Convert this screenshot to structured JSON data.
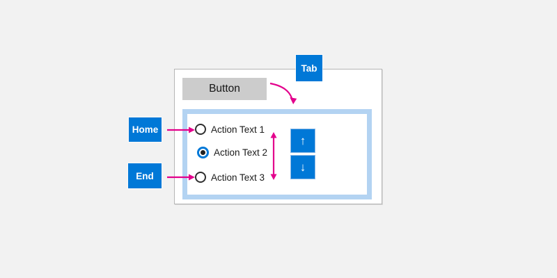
{
  "background": "#f2f2f2",
  "colors": {
    "accent_blue": "#0078d7",
    "magenta_arrow": "#e3008c",
    "inner_panel_border": "#b3d3f2",
    "button_gray": "#cccccc",
    "panel_border": "#b5b5b5",
    "radio_ring": "#2e2e2e",
    "text": "#1a1a1a"
  },
  "key_callouts": {
    "tab": {
      "label": "Tab"
    },
    "home": {
      "label": "Home"
    },
    "end": {
      "label": "End"
    }
  },
  "panel": {
    "button_label": "Button",
    "radio_group": {
      "items": [
        {
          "label": "Action Text 1",
          "selected": false
        },
        {
          "label": "Action Text 2",
          "selected": true
        },
        {
          "label": "Action Text 3",
          "selected": false
        }
      ]
    },
    "spinner": {
      "up_icon": "↑",
      "down_icon": "↓"
    }
  }
}
